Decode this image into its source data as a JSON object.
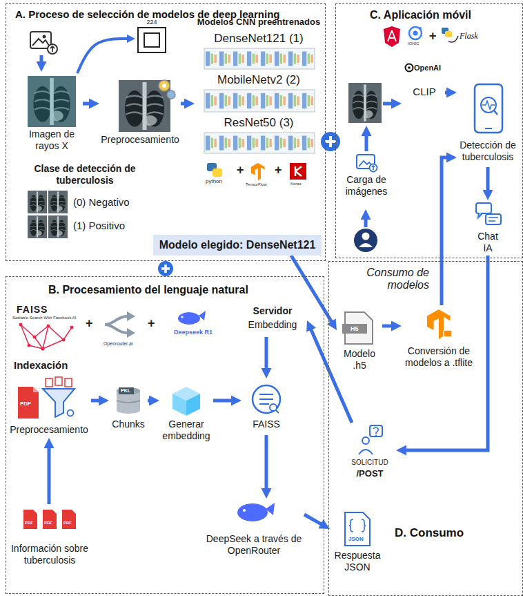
{
  "diagram": {
    "nodes": [
      {
        "text": [
          "A. Proceso de selección de modelos de deep learning"
        ]
      },
      {
        "text": [
          "Imagen de rayos X"
        ],
        "in": 0
      },
      {
        "text": [
          "224"
        ],
        "in": 0
      },
      {
        "text": [
          "Preprocesamiento"
        ],
        "in": 0
      },
      {
        "text": [
          "Modelos CNN preentrenados",
          "DenseNet121 (1)",
          "MobileNetv2 (2)",
          "ResNet50 (3)"
        ],
        "in": 0
      },
      {
        "text": [
          "Clase de detección de tuberculosis",
          "(0) Negativo",
          "(1) Positivo"
        ],
        "in": 0
      },
      {
        "text": [
          "Modelo elegido: DenseNet121"
        ],
        "in": 0
      },
      {
        "text": [
          "C. Aplicación móvil"
        ]
      },
      {
        "text": [
          "OpenAI",
          "CLIP"
        ],
        "in": 7
      },
      {
        "text": [
          "Carga de imágenes"
        ],
        "in": 7
      },
      {
        "text": [
          "Detección de tuberculosis"
        ],
        "in": 7
      },
      {
        "text": [
          "Chat IA"
        ],
        "in": 7
      },
      {
        "text": [
          "B. Procesamiento del lenguaje natural"
        ]
      },
      {
        "text": [
          "Servidor",
          "Embedding"
        ],
        "in": 12
      },
      {
        "text": [
          "Preprocesamiento"
        ],
        "in": 12
      },
      {
        "text": [
          "Información sobre tuberculosis"
        ],
        "in": 12
      },
      {
        "text": [
          "Chunks"
        ],
        "in": 12
      },
      {
        "text": [
          "Generar embedding"
        ],
        "in": 12
      },
      {
        "text": [
          "FAISS"
        ],
        "in": 12
      },
      {
        "text": [
          "DeepSeek a través de OpenRouter"
        ],
        "in": 12
      },
      {
        "text": [
          "D. Consumo"
        ]
      },
      {
        "text": [
          "Modelo .h5"
        ],
        "in": 20
      },
      {
        "text": [
          "Conversión de modelos a .tflite"
        ],
        "in": 20
      },
      {
        "text": [
          "SOLICITUD",
          "/POST"
        ],
        "in": 20
      },
      {
        "text": [
          "Respuesta JSON"
        ],
        "in": 20
      }
    ],
    "edges": [
      {
        "from": 1,
        "to": 2,
        "arrow": "to"
      },
      {
        "from": 1,
        "to": 3,
        "arrow": "to"
      },
      {
        "from": 3,
        "to": 4,
        "arrow": "to"
      },
      {
        "from": 6,
        "to": 21,
        "arrow": "to"
      },
      {
        "from": 21,
        "to": 22,
        "arrow": "to"
      },
      {
        "from": 22,
        "to": 10,
        "arrow": "to"
      },
      {
        "from": 8,
        "to": 10,
        "arrow": "to"
      },
      {
        "from": 10,
        "to": 11,
        "arrow": "to"
      },
      {
        "from": 11,
        "to": 23,
        "arrow": "to"
      },
      {
        "from": 23,
        "to": 13,
        "arrow": "to"
      },
      {
        "from": 13,
        "to": 18,
        "arrow": "to"
      },
      {
        "from": 15,
        "to": 14,
        "arrow": "to"
      },
      {
        "from": 14,
        "to": 16,
        "arrow": "to"
      },
      {
        "from": 16,
        "to": 17,
        "arrow": "to"
      },
      {
        "from": 17,
        "to": 18,
        "arrow": "to"
      },
      {
        "from": 18,
        "to": 19,
        "arrow": "to"
      },
      {
        "from": 19,
        "to": 24,
        "arrow": "to"
      }
    ],
    "labels": [
      "Indexación",
      "Consumo de modelos",
      "FAISS",
      "Scalable Search With Facebook AI",
      "+",
      "Openrouter.ai",
      "+",
      "Deepseek R1",
      "python",
      "+",
      "TensorFlow",
      "+",
      "Keras",
      "IONIC",
      "+",
      "Flask",
      "PKL",
      "PDF",
      "PDF",
      "PDF",
      "PDF",
      "H5",
      "JSON"
    ]
  }
}
